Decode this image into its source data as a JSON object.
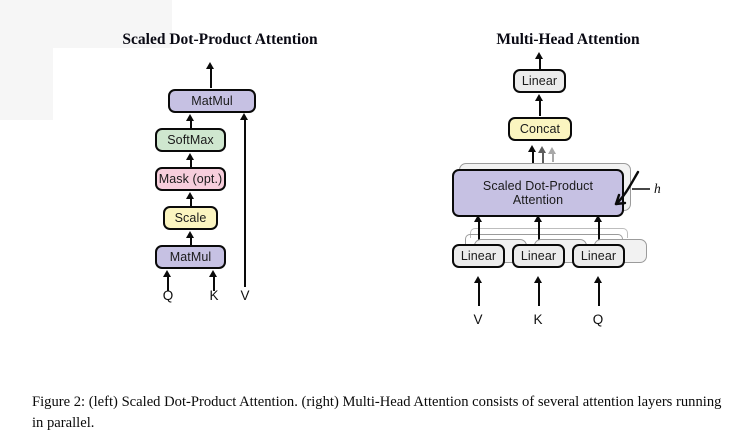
{
  "figure": {
    "panels": [
      {
        "id": "left",
        "title": "Scaled Dot-Product Attention"
      },
      {
        "id": "right",
        "title": "Multi-Head Attention"
      }
    ],
    "caption": "Figure 2: (left) Scaled Dot-Product Attention. (right) Multi-Head Attention consists of several attention layers running in parallel."
  },
  "left_panel": {
    "nodes": [
      {
        "label": "MatMul",
        "color": "#c6c1e3"
      },
      {
        "label": "SoftMax",
        "color": "#cfe7cf"
      },
      {
        "label": "Mask (opt.)",
        "color": "#f7cedc"
      },
      {
        "label": "Scale",
        "color": "#fbf5c0"
      },
      {
        "label": "MatMul",
        "color": "#c6c1e3"
      }
    ],
    "inputs": [
      "Q",
      "K",
      "V"
    ]
  },
  "right_panel": {
    "nodes": [
      {
        "label": "Linear",
        "color": "#ececec"
      },
      {
        "label": "Concat",
        "color": "#fbf5c0"
      },
      {
        "label": "Scaled Dot-Product\nAttention",
        "color": "#c6c1e3"
      },
      {
        "label": "Linear",
        "color": "#ececec"
      },
      {
        "label": "Linear",
        "color": "#ececec"
      },
      {
        "label": "Linear",
        "color": "#ececec"
      }
    ],
    "heads_label": "h",
    "inputs": [
      "V",
      "K",
      "Q"
    ]
  },
  "colors": {
    "purple": "#c6c1e3",
    "green": "#cfe7cf",
    "pink": "#f7cedc",
    "yellow": "#fbf5c0",
    "gray": "#ececec",
    "stroke": "#0a0a0a",
    "ghost_stroke": "#9b9b9b",
    "background": "#ffffff"
  }
}
